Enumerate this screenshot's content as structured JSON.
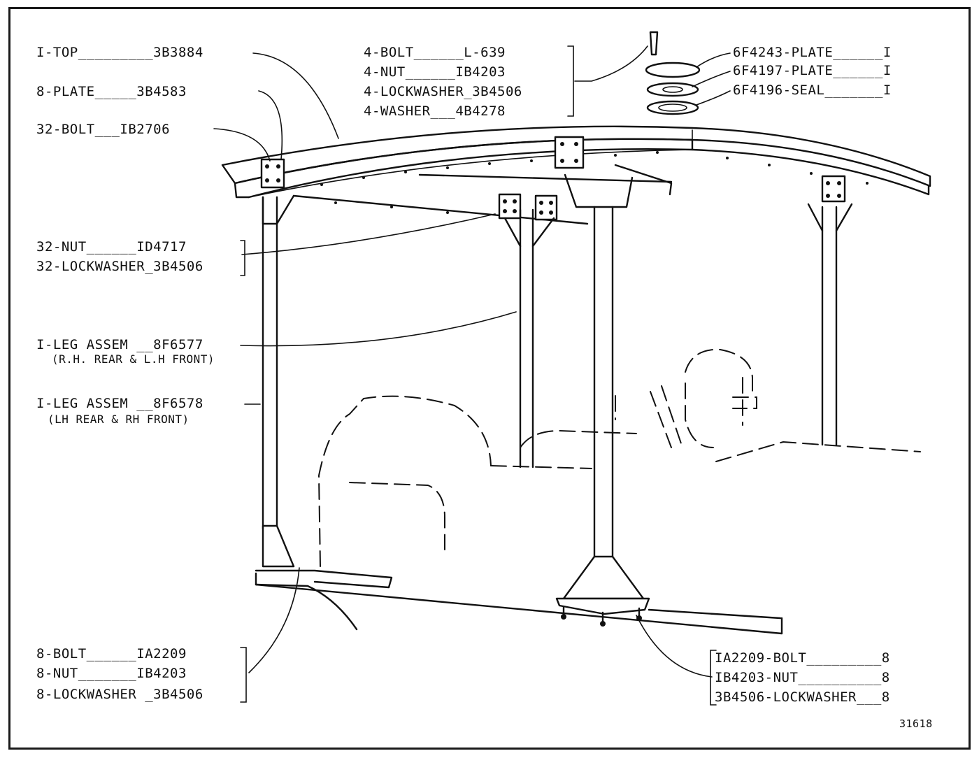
{
  "parts": {
    "top_left": [
      {
        "id": "top",
        "text": "I-TOP_________3B3884"
      },
      {
        "id": "plate",
        "text": "8-PLATE_____3B4583"
      },
      {
        "id": "bolt32",
        "text": "32-BOLT___IB2706"
      }
    ],
    "nut_group": [
      {
        "id": "nut32",
        "text": "32-NUT______ID4717"
      },
      {
        "id": "lockwasher32",
        "text": "32-LOCKWASHER_3B4506"
      }
    ],
    "legs": [
      {
        "id": "leg1",
        "text": "I-LEG ASSEM __8F6577",
        "note": "(R.H. REAR & L.H FRONT)"
      },
      {
        "id": "leg2",
        "text": "I-LEG ASSEM __8F6578",
        "note": "(LH REAR & RH FRONT)"
      }
    ],
    "top_center": [
      {
        "id": "bolt4",
        "text": "4-BOLT______L-639"
      },
      {
        "id": "nut4",
        "text": "4-NUT______IB4203"
      },
      {
        "id": "lockwasher4",
        "text": "4-LOCKWASHER_3B4506"
      },
      {
        "id": "washer4",
        "text": "4-WASHER___4B4278"
      }
    ],
    "top_right": [
      {
        "id": "plate6243",
        "text": "6F4243-PLATE______I"
      },
      {
        "id": "plate6197",
        "text": "6F4197-PLATE______I"
      },
      {
        "id": "seal6196",
        "text": "6F4196-SEAL_______I"
      }
    ],
    "bottom_left": [
      {
        "id": "bolt8",
        "text": "8-BOLT______IA2209"
      },
      {
        "id": "nut8",
        "text": "8-NUT_______IB4203"
      },
      {
        "id": "lockwasher8",
        "text": "8-LOCKWASHER _3B4506"
      }
    ],
    "bottom_right": [
      {
        "id": "boltR",
        "text": "IA2209-BOLT_________8"
      },
      {
        "id": "nutR",
        "text": "IB4203-NUT__________8"
      },
      {
        "id": "lockwasherR",
        "text": "3B4506-LOCKWASHER___8"
      }
    ]
  },
  "figure_number": "31618",
  "colors": {
    "ink": "#111111",
    "paper": "#ffffff"
  }
}
